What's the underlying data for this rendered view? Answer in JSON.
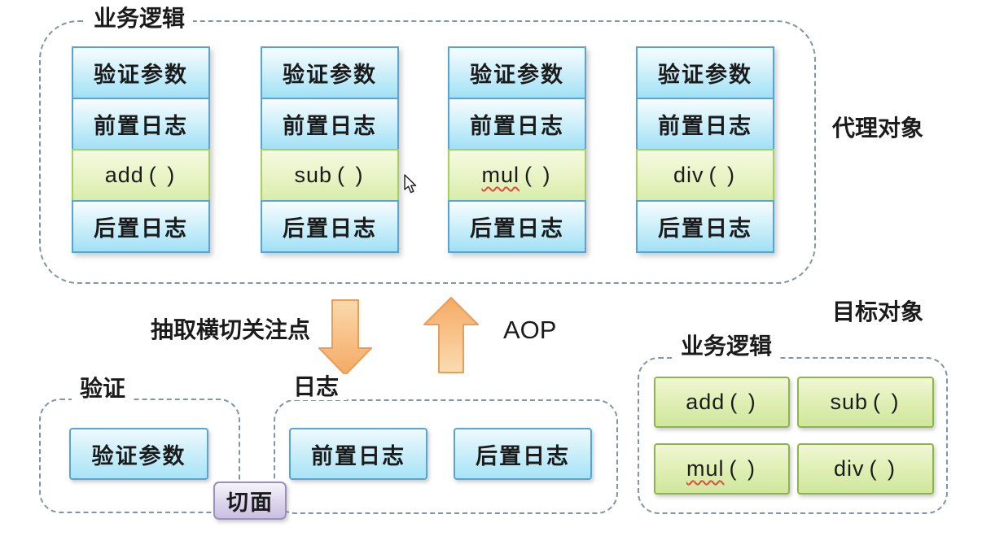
{
  "proxy": {
    "label": "业务逻辑",
    "side_label": "代理对象",
    "columns": [
      {
        "validate": "验证参数",
        "pre": "前置日志",
        "method_name": "add",
        "method_suffix": "(  )",
        "post": "后置日志"
      },
      {
        "validate": "验证参数",
        "pre": "前置日志",
        "method_name": "sub",
        "method_suffix": "(  )",
        "post": "后置日志"
      },
      {
        "validate": "验证参数",
        "pre": "前置日志",
        "method_name": "mul",
        "method_suffix": "(  )",
        "post": "后置日志"
      },
      {
        "validate": "验证参数",
        "pre": "前置日志",
        "method_name": "div",
        "method_suffix": "(  )",
        "post": "后置日志"
      }
    ]
  },
  "arrows": {
    "extract_label": "抽取横切关注点",
    "aop_label": "AOP"
  },
  "validation_section": {
    "label": "验证",
    "box": "验证参数"
  },
  "log_section": {
    "label": "日志",
    "pre_box": "前置日志",
    "post_box": "后置日志"
  },
  "aspect_badge": "切面",
  "target": {
    "title": "目标对象",
    "label": "业务逻辑",
    "methods": [
      {
        "name": "add",
        "suffix": "(  )"
      },
      {
        "name": "sub",
        "suffix": "(  )"
      },
      {
        "name": "mul",
        "suffix": "(  )"
      },
      {
        "name": "div",
        "suffix": "(  )"
      }
    ]
  },
  "colors": {
    "blue_box_border": "#55a6d6",
    "blue_box_fill_top": "#f7fdff",
    "blue_box_fill_bottom": "#a2e0f5",
    "green_box_border": "#8cb745",
    "green_box_fill_top": "#f0f7d6",
    "green_box_fill_bottom": "#cfe79d",
    "arrow_orange_fill": "#f7bc80",
    "arrow_orange_stroke": "#e89d58",
    "purple_badge_border": "#9b90bd",
    "purple_badge_fill": "#c9bfe2",
    "dashed_border": "#7f96a6",
    "misspell_underline": "#e14b3b",
    "text": "#1b1b1b"
  }
}
